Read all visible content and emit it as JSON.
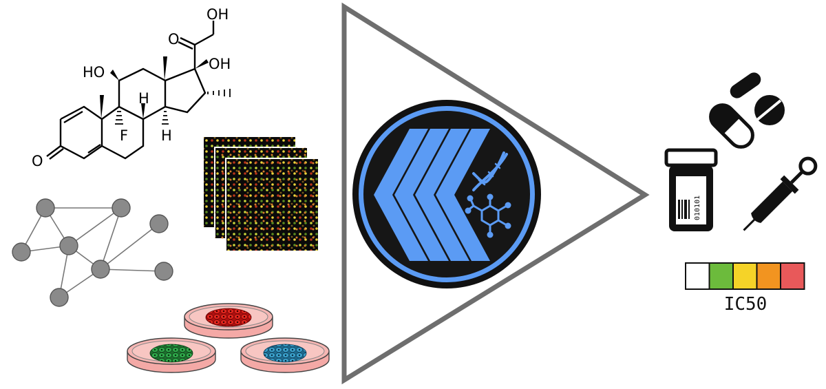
{
  "molecule": {
    "labels": {
      "oh_top": "OH",
      "oh_right": "OH",
      "ho_left": "HO",
      "o_ketone": "O",
      "o_ring": "O",
      "f": "F",
      "h1": "H",
      "h2": "H"
    }
  },
  "network": {
    "node_count": 8
  },
  "microarray": {
    "layers": 3
  },
  "petri_dishes": [
    {
      "color": "#e0261e"
    },
    {
      "color": "#2fa84a"
    },
    {
      "color": "#3a9fc9"
    }
  ],
  "center": {
    "icons": [
      "dna-icon",
      "molecule-icon"
    ]
  },
  "outputs": {
    "icons": [
      "pill-icon",
      "capsule-icon",
      "tablet-icon",
      "medicine-bottle-icon",
      "syringe-icon"
    ],
    "barcode_text": "010101"
  },
  "ic50": {
    "label": "IC50",
    "colors": [
      "#ffffff",
      "#6cbb3c",
      "#f5d328",
      "#f29420",
      "#e8595a"
    ]
  }
}
